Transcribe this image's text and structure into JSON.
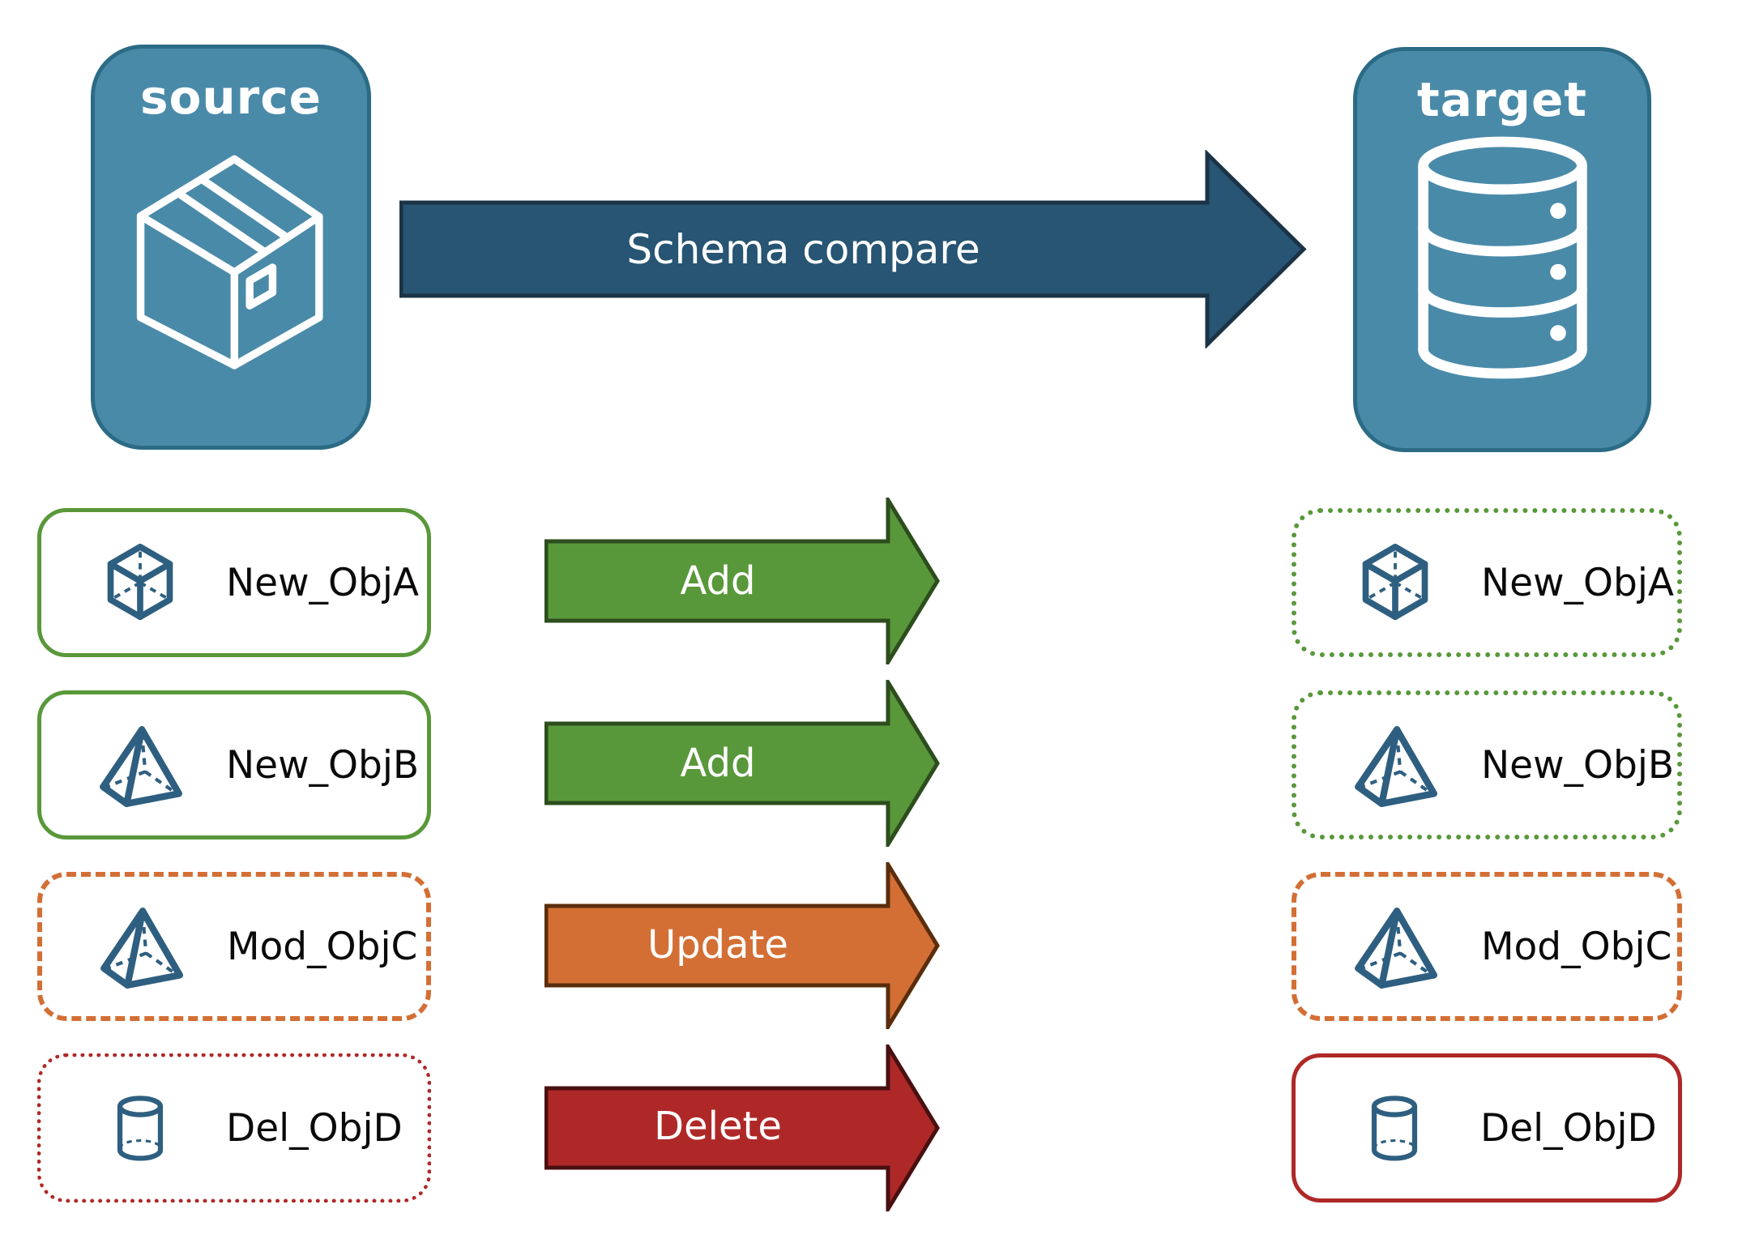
{
  "source": {
    "label": "source"
  },
  "target": {
    "label": "target"
  },
  "compare": {
    "label": "Schema compare"
  },
  "rows": [
    {
      "source_label": "New_ObjA",
      "action_label": "Add",
      "target_label": "New_ObjA",
      "icon": "cube-icon",
      "source_style": "new-solid-green",
      "target_style": "pending-dotted-green"
    },
    {
      "source_label": "New_ObjB",
      "action_label": "Add",
      "target_label": "New_ObjB",
      "icon": "pyramid-icon",
      "source_style": "new-solid-green",
      "target_style": "pending-dotted-green"
    },
    {
      "source_label": "Mod_ObjC",
      "action_label": "Update",
      "target_label": "Mod_ObjC",
      "icon": "pyramid-icon",
      "source_style": "modified-dashed-orange",
      "target_style": "modified-dashed-orange"
    },
    {
      "source_label": "Del_ObjD",
      "action_label": "Delete",
      "target_label": "Del_ObjD",
      "icon": "cylinder-icon",
      "source_style": "deleted-dotted-red",
      "target_style": "existing-solid-red"
    }
  ],
  "colors": {
    "node_fill": "#4A8AA9",
    "node_border": "#2C6B85",
    "compare_fill": "#275573",
    "compare_border": "#1B3345",
    "add_fill": "#59983A",
    "add_border": "#2D4D1D",
    "update_fill": "#D36F35",
    "update_border": "#5A2D0C",
    "delete_fill": "#AF2828",
    "delete_border": "#491011",
    "icon_blue": "#2E5F80"
  }
}
